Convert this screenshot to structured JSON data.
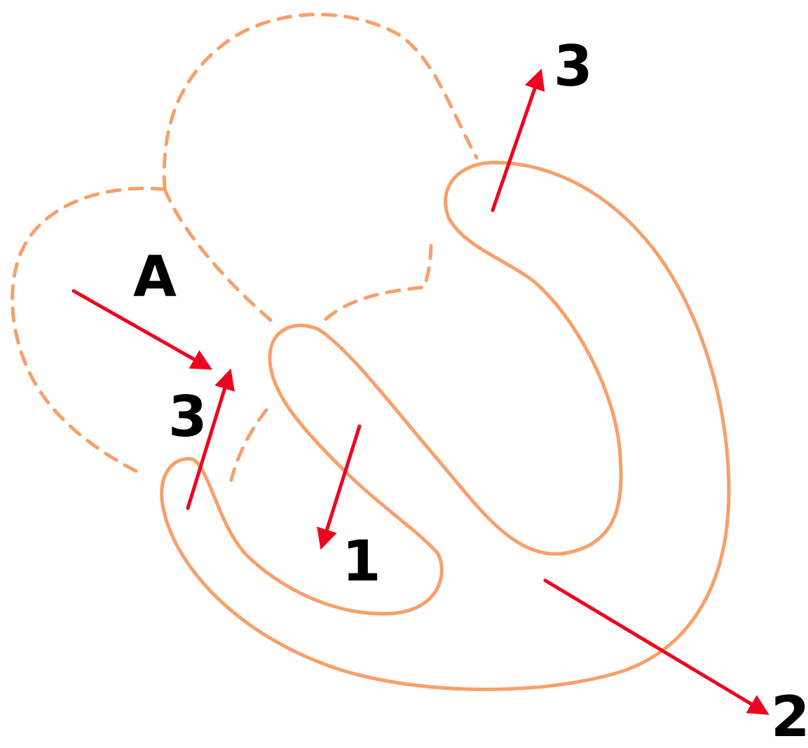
{
  "labels": {
    "a": "A",
    "one": "1",
    "two": "2",
    "three_top": "3",
    "three_left": "3"
  },
  "colors": {
    "outline": "#f7a06a",
    "dashed_outline": "#f7a06a",
    "arrow": "#f0001e",
    "text": "#000000",
    "background": "#ffffff"
  }
}
